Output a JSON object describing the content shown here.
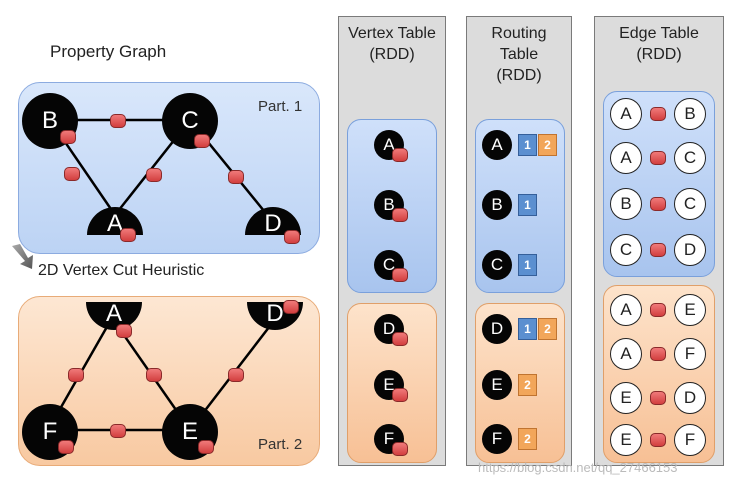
{
  "diagram": {
    "title": "Property Graph",
    "transform_label": "2D Vertex Cut Heuristic",
    "partitions": [
      {
        "label": "Part. 1",
        "vertices": [
          "B",
          "C",
          "A",
          "D"
        ]
      },
      {
        "label": "Part. 2",
        "vertices": [
          "A",
          "D",
          "F",
          "E"
        ]
      }
    ]
  },
  "tables": {
    "vertex": {
      "title_line1": "Vertex Table",
      "title_line2": "(RDD)",
      "groups": [
        [
          "A",
          "B",
          "C"
        ],
        [
          "D",
          "E",
          "F"
        ]
      ]
    },
    "routing": {
      "title_line1": "Routing",
      "title_line2": "Table",
      "title_line3": "(RDD)",
      "rows": [
        {
          "vertex": "A",
          "parts": [
            "1",
            "2"
          ]
        },
        {
          "vertex": "B",
          "parts": [
            "1"
          ]
        },
        {
          "vertex": "C",
          "parts": [
            "1"
          ]
        },
        {
          "vertex": "D",
          "parts": [
            "1",
            "2"
          ]
        },
        {
          "vertex": "E",
          "parts": [
            "2"
          ]
        },
        {
          "vertex": "F",
          "parts": [
            "2"
          ]
        }
      ]
    },
    "edge": {
      "title_line1": "Edge Table",
      "title_line2": "(RDD)",
      "rows": [
        {
          "src": "A",
          "dst": "B"
        },
        {
          "src": "A",
          "dst": "C"
        },
        {
          "src": "B",
          "dst": "C"
        },
        {
          "src": "C",
          "dst": "D"
        },
        {
          "src": "A",
          "dst": "E"
        },
        {
          "src": "A",
          "dst": "F"
        },
        {
          "src": "E",
          "dst": "D"
        },
        {
          "src": "E",
          "dst": "F"
        }
      ]
    }
  },
  "watermark": "https://blog.csdn.net/qq_27466153",
  "colors": {
    "part1_fill": "#bcd3f4",
    "part2_fill": "#f8c9a1",
    "edge_cylinder": "#e05555",
    "chip_part1": "#5b8fd0",
    "chip_part2": "#f2a65a"
  }
}
